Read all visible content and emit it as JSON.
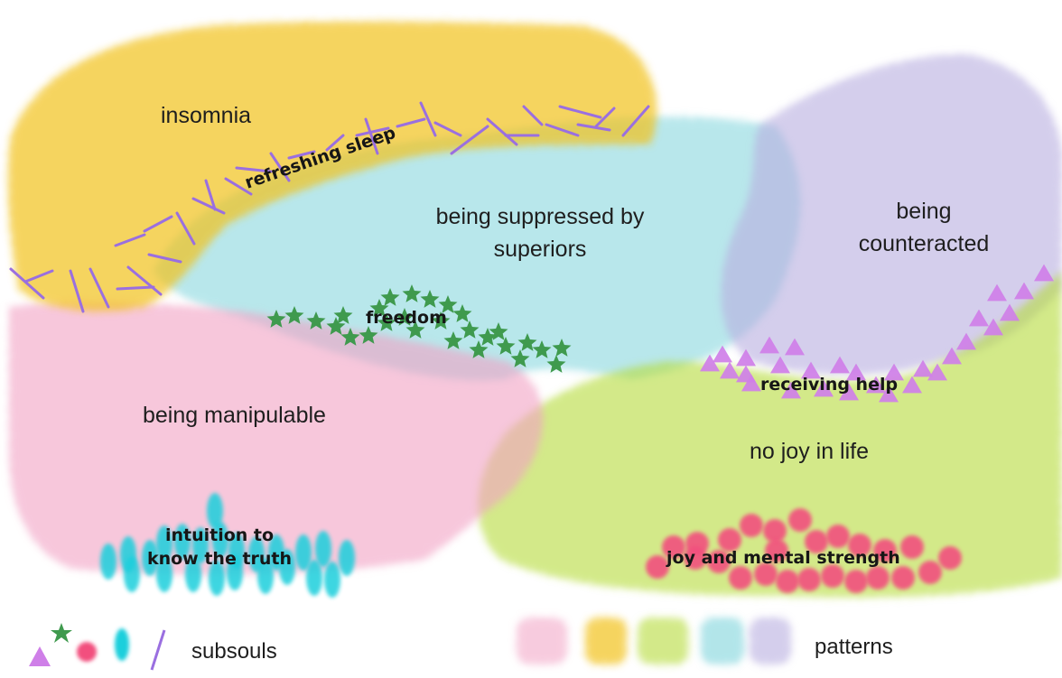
{
  "patterns": [
    {
      "id": "insomnia",
      "label": "insomnia",
      "color": "#f2c21a"
    },
    {
      "id": "suppressed",
      "label": "being suppressed by superiors",
      "color": "#7fd4dc"
    },
    {
      "id": "counteracted",
      "label": "being counteracted",
      "color": "#b8aee0"
    },
    {
      "id": "manipulable",
      "label": "being manipulable",
      "color": "#f2a2c4"
    },
    {
      "id": "no_joy",
      "label": "no joy in life",
      "color": "#b6dc3a"
    }
  ],
  "subsouls": [
    {
      "id": "sleep",
      "label": "refreshing sleep",
      "shape": "line-stroke",
      "color": "#9a6fe0"
    },
    {
      "id": "freedom",
      "label": "freedom",
      "shape": "star",
      "color": "#3f9a4e"
    },
    {
      "id": "help",
      "label": "receiving help",
      "shape": "triangle",
      "color": "#cf7fe8"
    },
    {
      "id": "intuition",
      "label": "intuition to know the truth",
      "shape": "ellipse",
      "color": "#1ecfdc"
    },
    {
      "id": "joy",
      "label": "joy and mental strength",
      "shape": "circle",
      "color": "#f2507e"
    }
  ],
  "legend": {
    "subsouls_label": "subsouls",
    "patterns_label": "patterns"
  }
}
